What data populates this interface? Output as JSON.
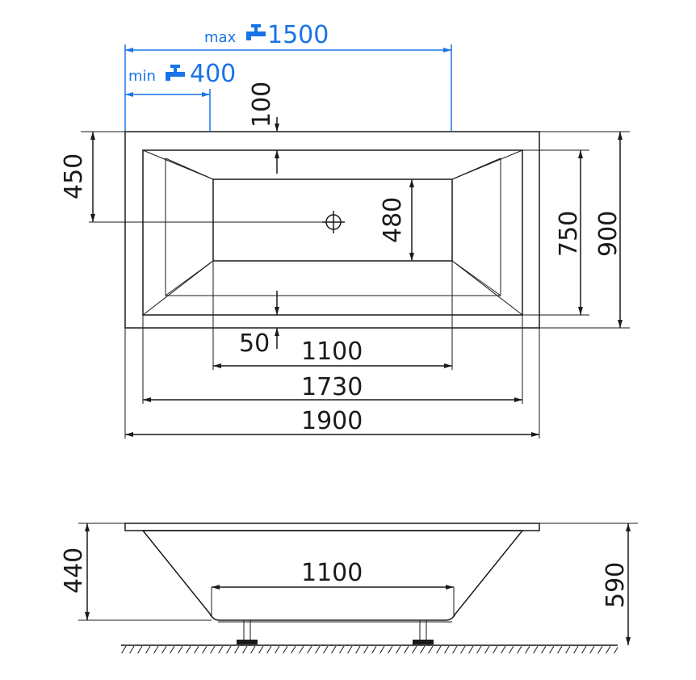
{
  "colors": {
    "line": "#1a1a1a",
    "accent": "#1a73e8",
    "tub_fill": "#f2f2f2",
    "tub_inner": "#ffffff"
  },
  "top_view": {
    "faucet_max": {
      "prefix": "max",
      "value": "1500",
      "icon": "faucet-icon"
    },
    "faucet_min": {
      "prefix": "min",
      "value": "400",
      "icon": "faucet-icon"
    },
    "dim_rim_top": "100",
    "dim_drain_offset": "450",
    "dim_inner_depth": "480",
    "dim_bottom_rim": "50",
    "dim_floor_length": "1100",
    "dim_inner_length": "1730",
    "dim_total_length": "1900",
    "dim_inner_width": "750",
    "dim_total_width": "900"
  },
  "side_view": {
    "dim_floor_length": "1100",
    "dim_inner_height": "440",
    "dim_total_height": "590"
  }
}
